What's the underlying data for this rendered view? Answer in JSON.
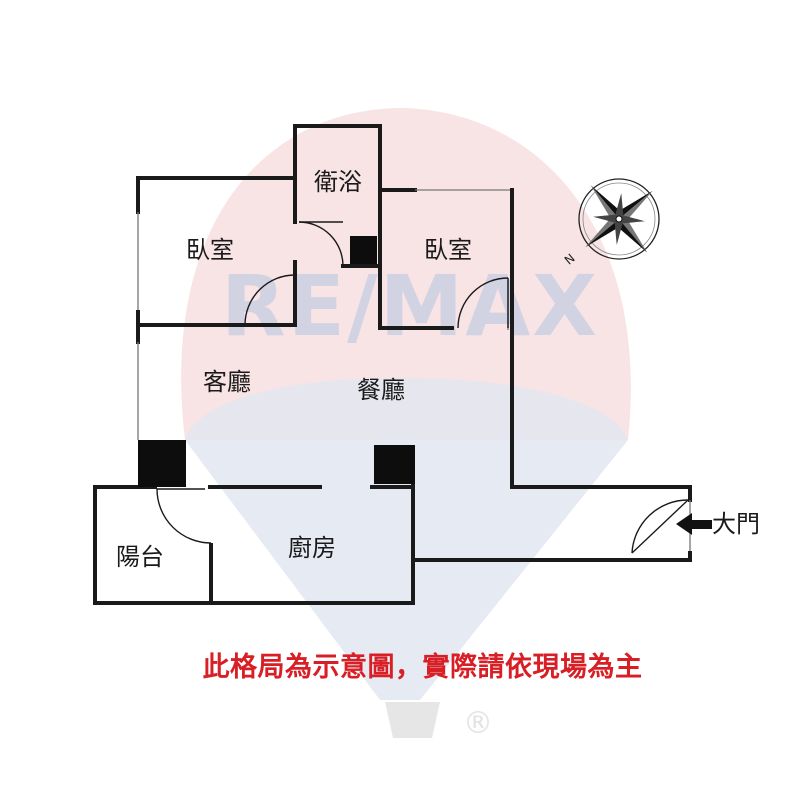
{
  "rooms": {
    "bedroom_left": "臥室",
    "bathroom": "衛浴",
    "bedroom_right": "臥室",
    "living_room": "客廳",
    "dining_room": "餐廳",
    "balcony": "陽台",
    "kitchen": "廚房"
  },
  "entrance": {
    "label": "大門",
    "icon": "arrow-left-icon"
  },
  "compass": {
    "north_label": "N",
    "icon": "compass-rose-icon"
  },
  "watermark": {
    "text": "RE/MAX",
    "icon": "balloon-logo-icon",
    "registered": "®"
  },
  "disclaimer": {
    "text": "此格局為示意圖，實際請依現場為主"
  },
  "colors": {
    "wall": "#1a1a1a",
    "disclaimer": "#d81f26",
    "watermark_red": "#f4d6d8",
    "watermark_blue": "#dfe3ee",
    "watermark_text": "#c9d0e2"
  }
}
